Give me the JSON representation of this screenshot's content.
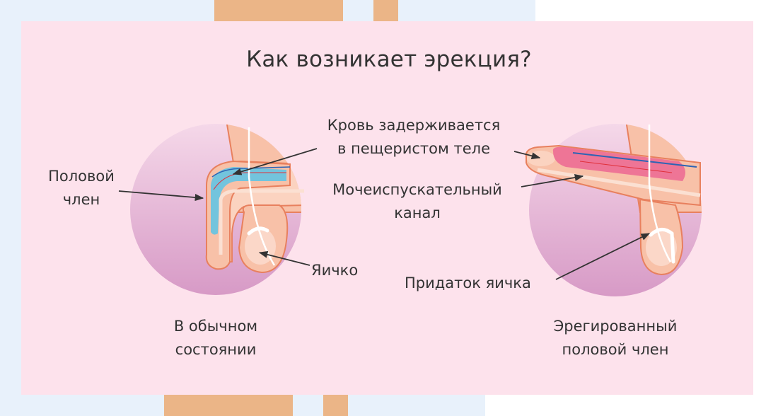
{
  "title": "Как возникает эрекция?",
  "labels": {
    "penis": [
      "Половой",
      "член"
    ],
    "blood": [
      "Кровь задерживается",
      "в пещеристом теле"
    ],
    "urethra": [
      "Мочеиспускательный",
      "канал"
    ],
    "testicle": "Яичко",
    "epididymis": "Придаток яичка"
  },
  "captions": {
    "normal": [
      "В обычном",
      "состоянии"
    ],
    "erect": [
      "Эрегированный",
      "половой член"
    ]
  },
  "colors": {
    "panel": "#fde2ec",
    "circle_top": "#f3d3e6",
    "circle_bottom": "#d89ac6",
    "skin": "#f8c1a8",
    "outline": "#e8805e",
    "blood_normal": "#5cc4e6",
    "blood_erect": "#ec6d93",
    "vein": "#2e64b4",
    "artery": "#e0303a",
    "text": "#333333",
    "accent_bar": "#ebb587"
  }
}
